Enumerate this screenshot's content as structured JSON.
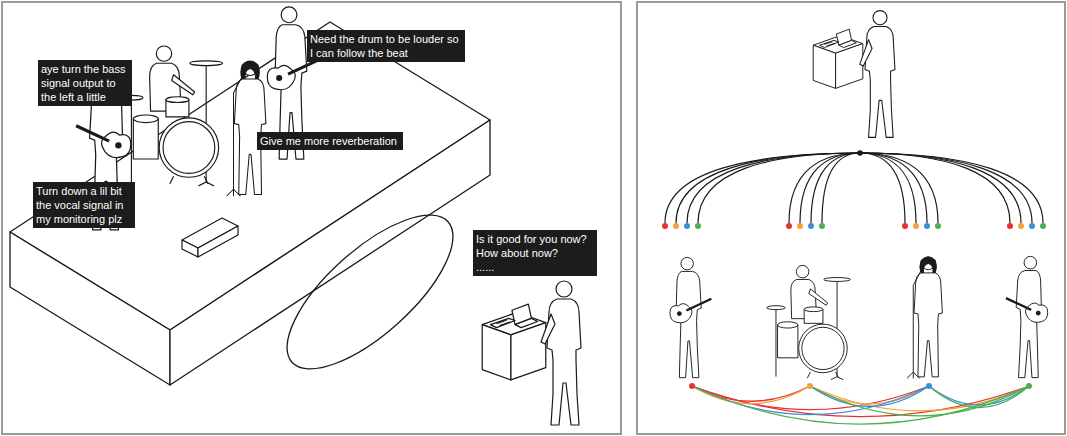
{
  "diagram": {
    "nodes": [
      {
        "text": [
          "Need the drum to be louder so I can follow the beat"
        ]
      },
      {
        "text": [
          "aye turn the bass signal output to the left a little"
        ]
      },
      {
        "text": [
          "Give me more reverberation"
        ]
      },
      {
        "text": [
          "Turn down a lil bit the vocal signal in my monitoring plz"
        ]
      },
      {
        "text": [
          "Is it good for you now?",
          "How about now?",
          "......"
        ]
      }
    ],
    "edges": []
  }
}
